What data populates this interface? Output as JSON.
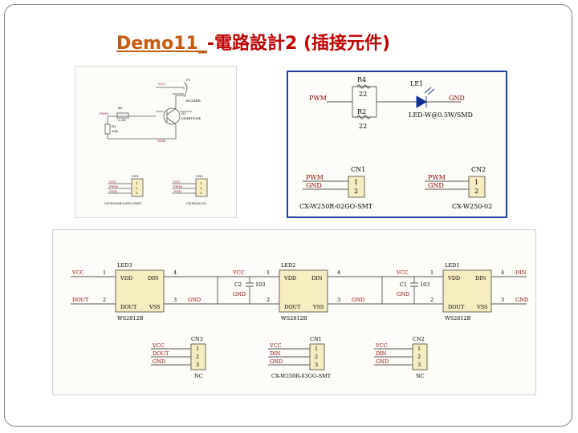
{
  "title": {
    "part1": "Demo11_",
    "part2": "-電路設計2 (插接元件)"
  },
  "panel_a": {
    "vcc": "VCC",
    "pwm": "PWM",
    "gnd": "GND",
    "r2": "R2",
    "r2_val": "2.2K",
    "r1": "R1",
    "r1_val": "10K",
    "q1": "Q1",
    "q1_part": "MMBT3904",
    "p1": "P1",
    "p1_part": "BUZZER",
    "cn1": "CN1",
    "cn2": "CN2",
    "cn1_pins": [
      "VCC",
      "PWM",
      "GND"
    ],
    "cn2_pins": [
      "VCC",
      "PWM",
      "GND"
    ],
    "cn_nums": [
      "1",
      "2",
      "3"
    ],
    "cn1_part": "CX-W250R-03GO-SMT",
    "cn2_part": "CX-W250-03"
  },
  "panel_b": {
    "r_top": "R4",
    "r_top_val": "22",
    "r_bot": "R2",
    "r_bot_val": "22",
    "pwm": "PWM",
    "le1": "LE1",
    "gnd": "GND",
    "led_part": "LED-W@0.5W/SMD",
    "cn1": "CN1",
    "cn2": "CN2",
    "cn1_pins": [
      "PWM",
      "GND"
    ],
    "cn2_pins": [
      "PWM",
      "GND"
    ],
    "cn_nums": [
      "1",
      "2"
    ],
    "cn1_part": "CX-W250R-02GO-SMT",
    "cn2_part": "CX-W250-02"
  },
  "panel_c": {
    "leds": [
      {
        "ref": "LED3",
        "part": "WS2812B"
      },
      {
        "ref": "LED2",
        "part": "WS2812B"
      },
      {
        "ref": "LED1",
        "part": "WS2812B"
      }
    ],
    "pins": {
      "vdd": "VDD",
      "din": "DIN",
      "dout": "DOUT",
      "vss": "VSS"
    },
    "nets": {
      "vcc": "VCC",
      "dout": "DOUT",
      "gnd": "GND",
      "din": "DIN"
    },
    "pin_nums": [
      "1",
      "2",
      "3",
      "4"
    ],
    "caps": [
      {
        "ref": "C2",
        "val": "103"
      },
      {
        "ref": "C1",
        "val": "103"
      }
    ],
    "connectors": [
      {
        "ref": "CN3",
        "pins": [
          "VCC",
          "DOUT",
          "GND"
        ],
        "foot": "NC"
      },
      {
        "ref": "CN1",
        "pins": [
          "VCC",
          "DIN",
          "GND"
        ],
        "foot": "CX-W250R-03GO-SMT"
      },
      {
        "ref": "CN2",
        "pins": [
          "VCC",
          "DIN",
          "GND"
        ],
        "foot": "NC"
      }
    ],
    "cn_nums": [
      "1",
      "2",
      "3"
    ]
  },
  "colors": {
    "title_orange": "#c55a11",
    "title_red": "#c00000",
    "wire": "#5a5a5a",
    "net_red": "#8a0000",
    "frame_blue": "#1f3fa8",
    "chip_fill": "#f6eec0"
  }
}
